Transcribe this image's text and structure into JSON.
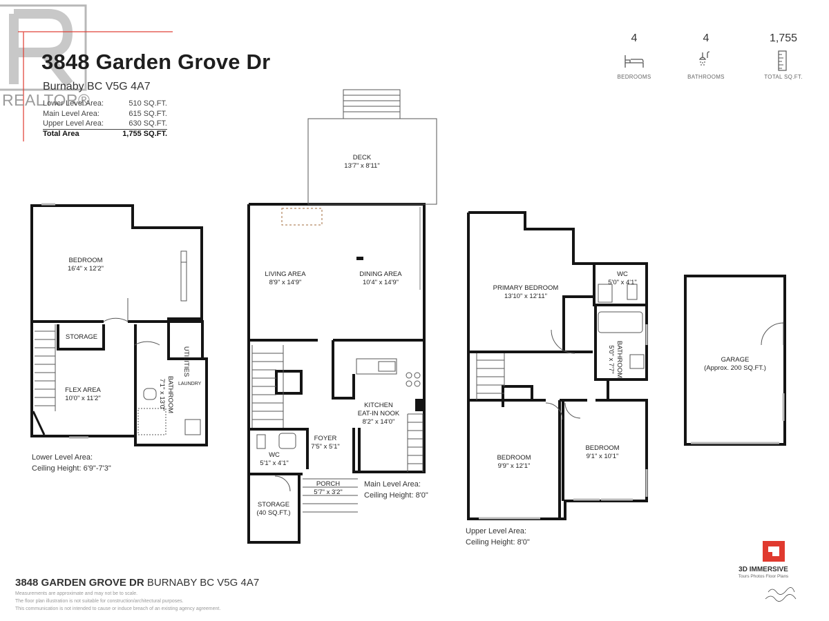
{
  "header": {
    "address": "3848 Garden Grove Dr",
    "city": "Burnaby BC V5G 4A7",
    "areas": [
      {
        "label": "Lower Level Area:",
        "value": "510 SQ.FT."
      },
      {
        "label": "Main Level Area:",
        "value": "615 SQ.FT."
      },
      {
        "label": "Upper Level Area:",
        "value": "630 SQ.FT."
      },
      {
        "label": "Total Area",
        "value": "1,755 SQ.FT."
      }
    ]
  },
  "watermark": {
    "text": "REALTOR®"
  },
  "stats": [
    {
      "value": "4",
      "label": "BEDROOMS",
      "icon": "bed-icon"
    },
    {
      "value": "4",
      "label": "BATHROOMS",
      "icon": "shower-icon"
    },
    {
      "value": "1,755",
      "label": "TOTAL SQ.FT.",
      "icon": "ruler-icon"
    }
  ],
  "rooms": {
    "deck": {
      "name": "DECK",
      "size": "13'7\" x 8'11\""
    },
    "living": {
      "name": "LIVING AREA",
      "size": "8'9\" x 14'9\""
    },
    "dining": {
      "name": "DINING AREA",
      "size": "10'4\" x 14'9\""
    },
    "kitchen": {
      "name1": "KITCHEN",
      "name2": "EAT-IN NOOK",
      "size": "8'2\" x 14'0\""
    },
    "foyer": {
      "name": "FOYER",
      "size": "7'5\" x 5'1\""
    },
    "wc_main": {
      "name": "WC",
      "size": "5'1\" x 4'1\""
    },
    "porch": {
      "name": "PORCH",
      "size": "5'7\" x 3'2\""
    },
    "storage_main": {
      "name": "STORAGE",
      "size": "(40 SQ.FT.)"
    },
    "bedroom_lower": {
      "name": "BEDROOM",
      "size": "16'4\" x 12'2\""
    },
    "storage_lower": {
      "name": "STORAGE"
    },
    "flex": {
      "name": "FLEX AREA",
      "size": "10'0\" x 11'2\""
    },
    "utilities": {
      "name": "UTILITIES"
    },
    "laundry": {
      "name": "LAUNDRY"
    },
    "bathroom_lower": {
      "name": "BATHROOM",
      "size": "7'1\" x 13'0\""
    },
    "primary": {
      "name": "PRIMARY BEDROOM",
      "size": "13'10\" x 12'11\""
    },
    "wc_upper": {
      "name": "WC",
      "size": "5'0\" x 4'1\""
    },
    "bathroom_upper": {
      "name": "BATHROOM",
      "size": "5'0\" x 7'7\""
    },
    "bedroom_up1": {
      "name": "BEDROOM",
      "size": "9'9\" x 12'1\""
    },
    "bedroom_up2": {
      "name": "BEDROOM",
      "size": "9'1\" x 10'1\""
    },
    "garage": {
      "name": "GARAGE",
      "size": "(Approx. 200 SQ.FT.)"
    }
  },
  "levels": {
    "lower": {
      "area": "Lower Level Area:",
      "ceiling": "Ceiling Height: 6'9\"-7'3\""
    },
    "main": {
      "area": "Main Level Area:",
      "ceiling": "Ceiling Height: 8'0\""
    },
    "upper": {
      "area": "Upper Level Area:",
      "ceiling": "Ceiling Height: 8'0\""
    }
  },
  "footer": {
    "address_bold": "3848 GARDEN GROVE DR",
    "address_rest": " BURNABY BC V5G 4A7",
    "notes": [
      "Measurements are approximate and may not be to scale.",
      "The floor plan illustration is not suitable for construction/architectural purposes.",
      "This communication is not intended to cause or induce breach of an existing agency agreement."
    ],
    "brand": "3D IMMERSIVE",
    "brand_sub": "Tours  Photos  Floor Plans"
  },
  "colors": {
    "wall": "#141414",
    "logo_red": "#e03a2f",
    "watermark": "#8a8a8a"
  }
}
